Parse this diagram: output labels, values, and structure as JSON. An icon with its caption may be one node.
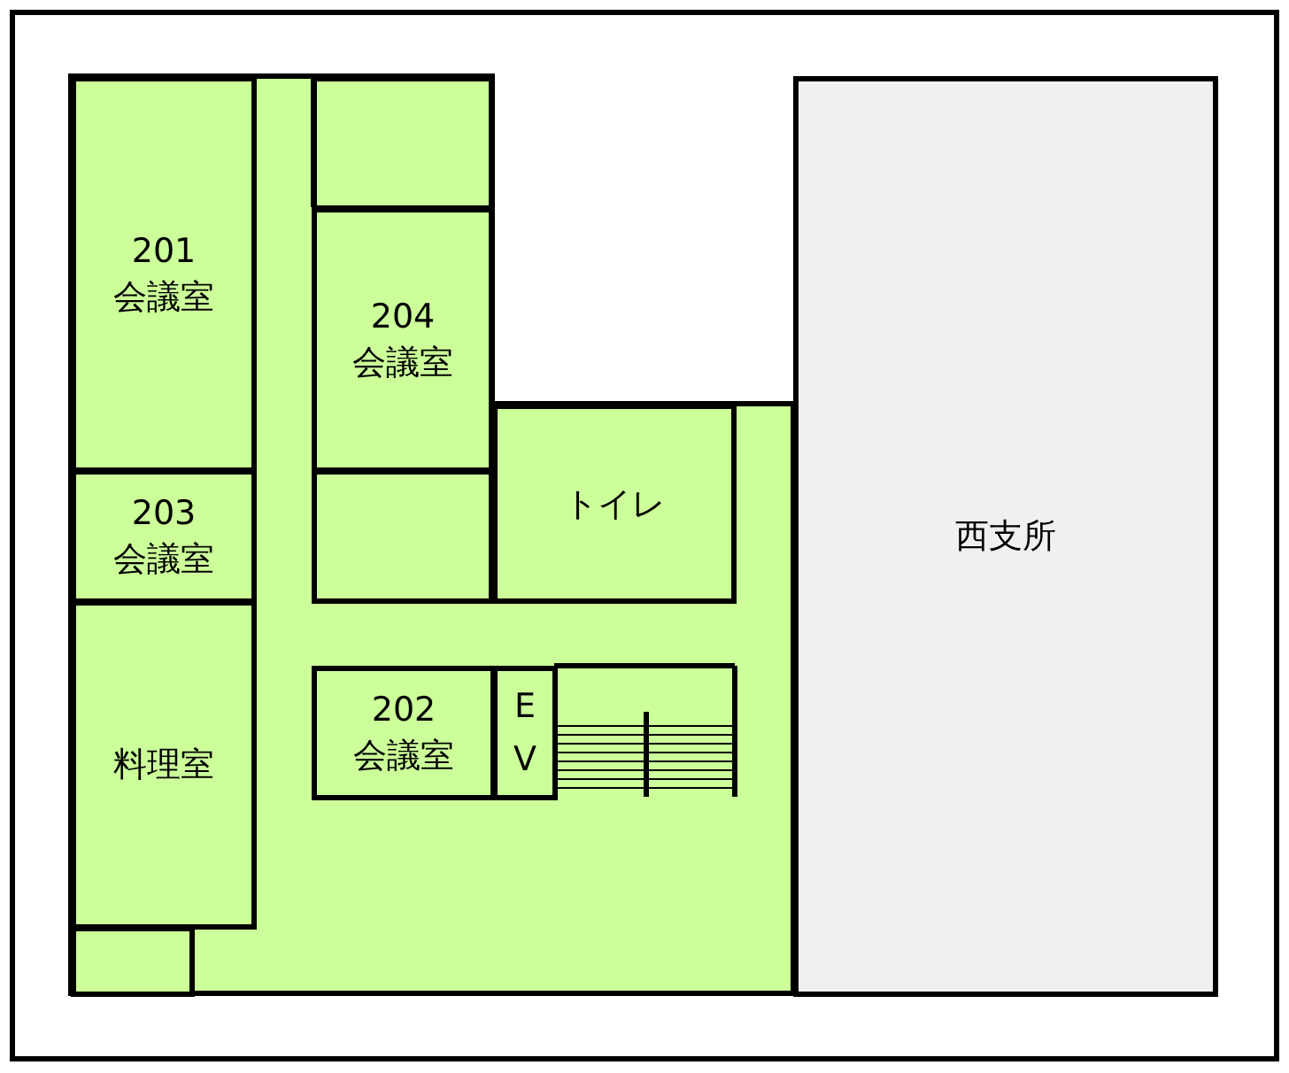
{
  "diagram": {
    "nodes": [
      {
        "text": [
          "201",
          "会議室"
        ]
      },
      {
        "text": [],
        "shape": "box"
      },
      {
        "text": [
          "西支所"
        ]
      },
      {
        "text": [
          "204",
          "会議室"
        ]
      },
      {
        "text": [
          "トイレ"
        ]
      },
      {
        "text": [
          "203",
          "会議室"
        ]
      },
      {
        "text": [],
        "shape": "box"
      },
      {
        "text": [
          "料理室"
        ]
      },
      {
        "text": [
          "202",
          "会議室"
        ]
      },
      {
        "text": [
          "EV"
        ]
      },
      {
        "text": [],
        "shape": "box"
      }
    ]
  }
}
